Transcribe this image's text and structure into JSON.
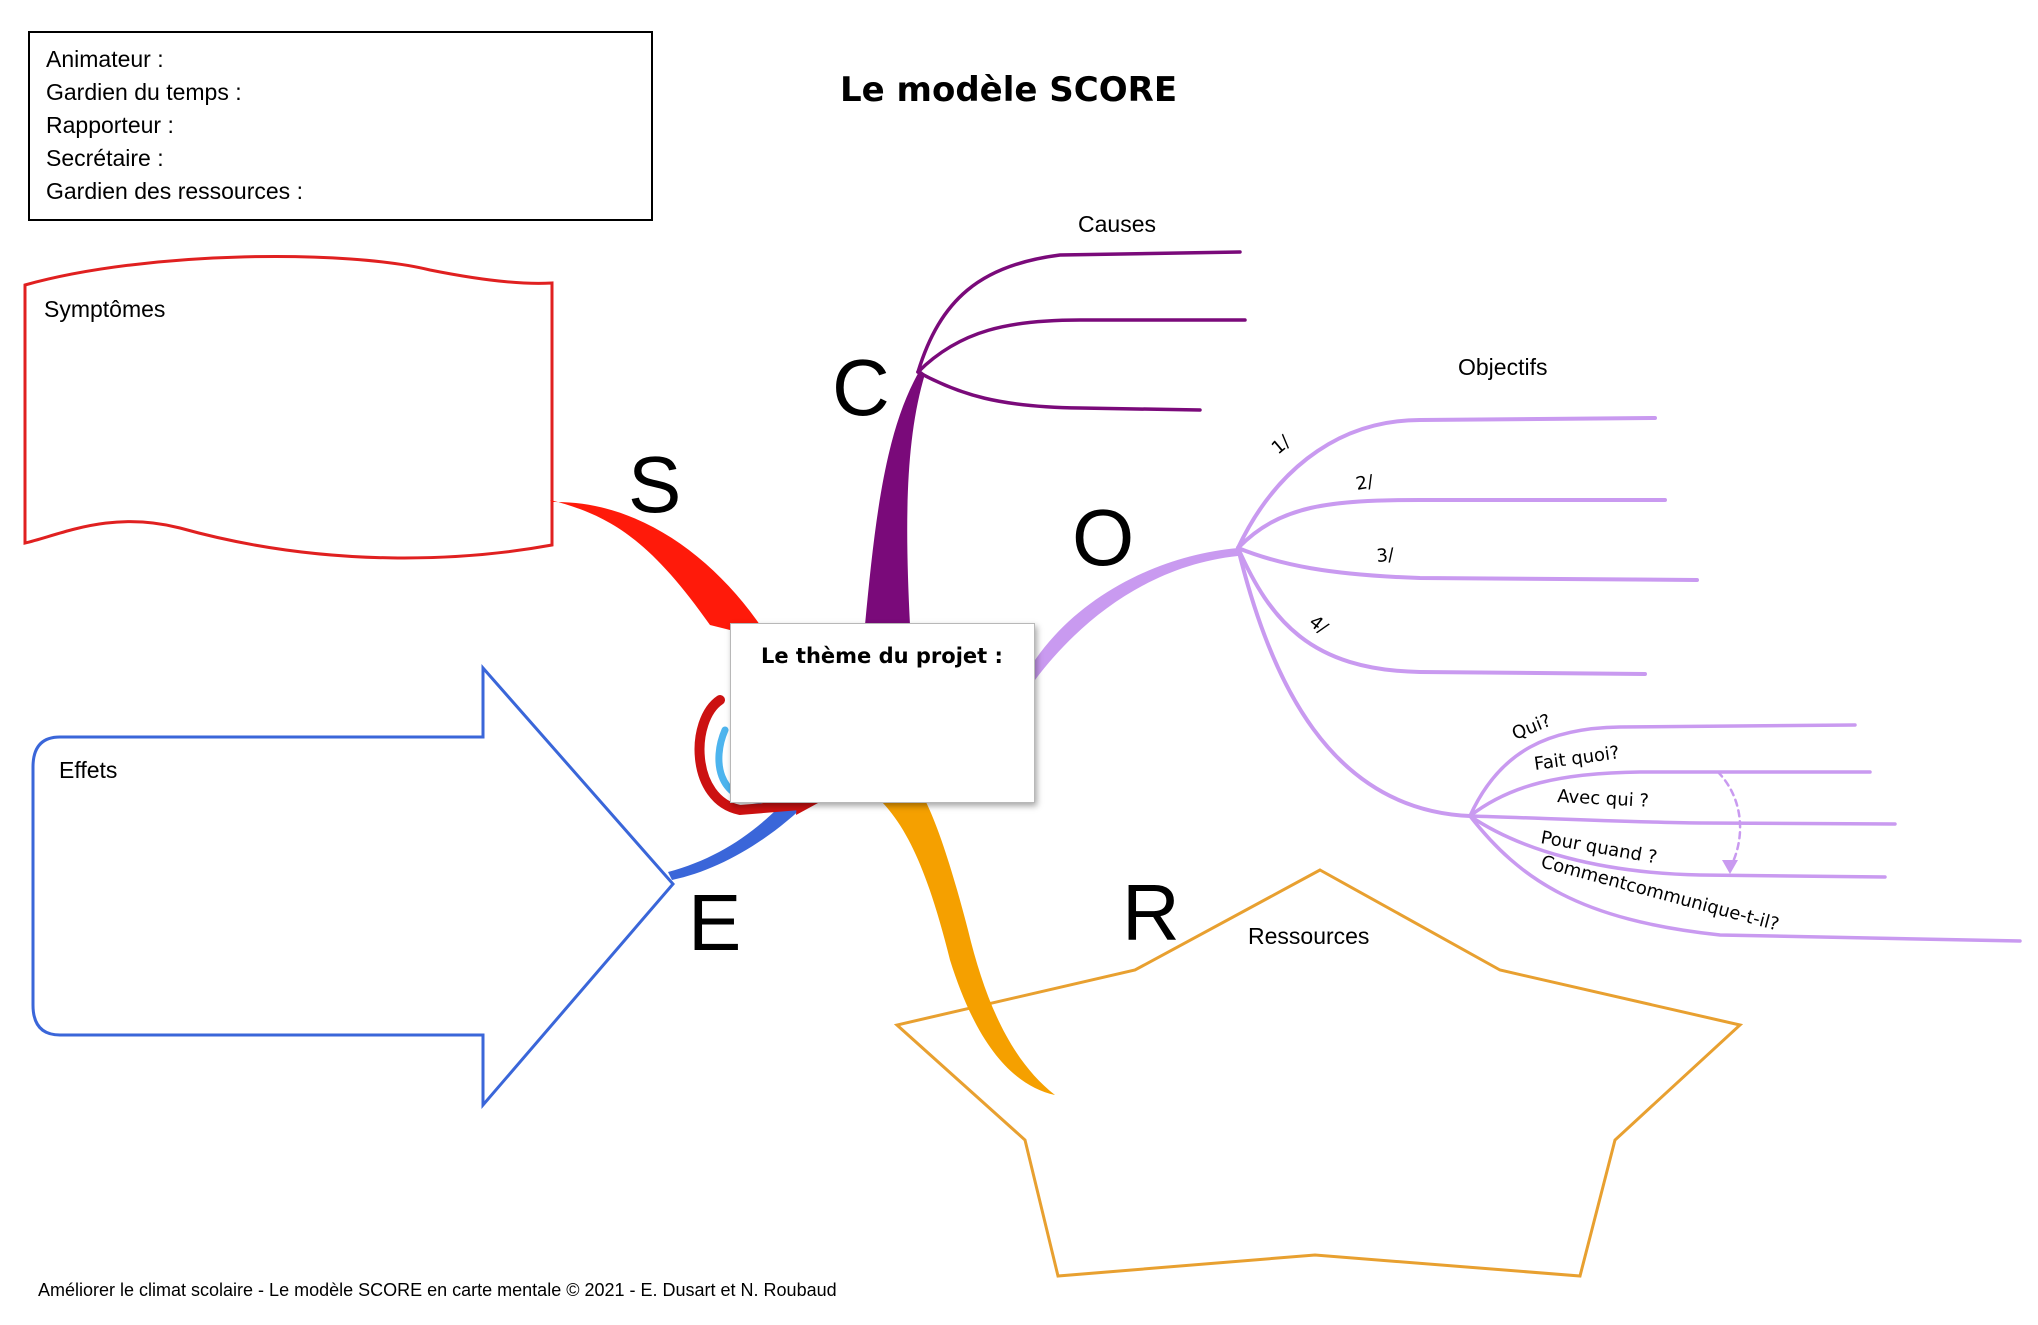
{
  "title": "Le modèle SCORE",
  "roles": [
    "Animateur :",
    "Gardien du temps :",
    "Rapporteur :",
    "Secrétaire :",
    "Gardien des ressources :"
  ],
  "center_label": "Le thème du projet :",
  "letters": {
    "s": "S",
    "c": "C",
    "o": "O",
    "r": "R",
    "e": "E"
  },
  "labels": {
    "symptomes": "Symptômes",
    "effets": "Effets",
    "causes": "Causes",
    "objectifs": "Objectifs",
    "ressources": "Ressources"
  },
  "objectifs_items": [
    "1/",
    "2/",
    "3/",
    "4/"
  ],
  "plan_items": [
    "Qui?",
    "Fait quoi?",
    "Avec qui ?",
    "Pour quand ?",
    "Commentcommunique-t-il?"
  ],
  "footer": "Améliorer le climat scolaire - Le modèle SCORE en carte mentale © 2021 - E. Dusart et N. Roubaud",
  "colors": {
    "symptomes": "#e02020",
    "causes": "#7a0a7a",
    "objectifs": "#c99af0",
    "ressources": "#f5a000",
    "ressources_outline": "#e8a030",
    "effets": "#3a66d9",
    "cycle_icon_red": "#cc1111",
    "cycle_icon_blue": "#4db4ee"
  }
}
